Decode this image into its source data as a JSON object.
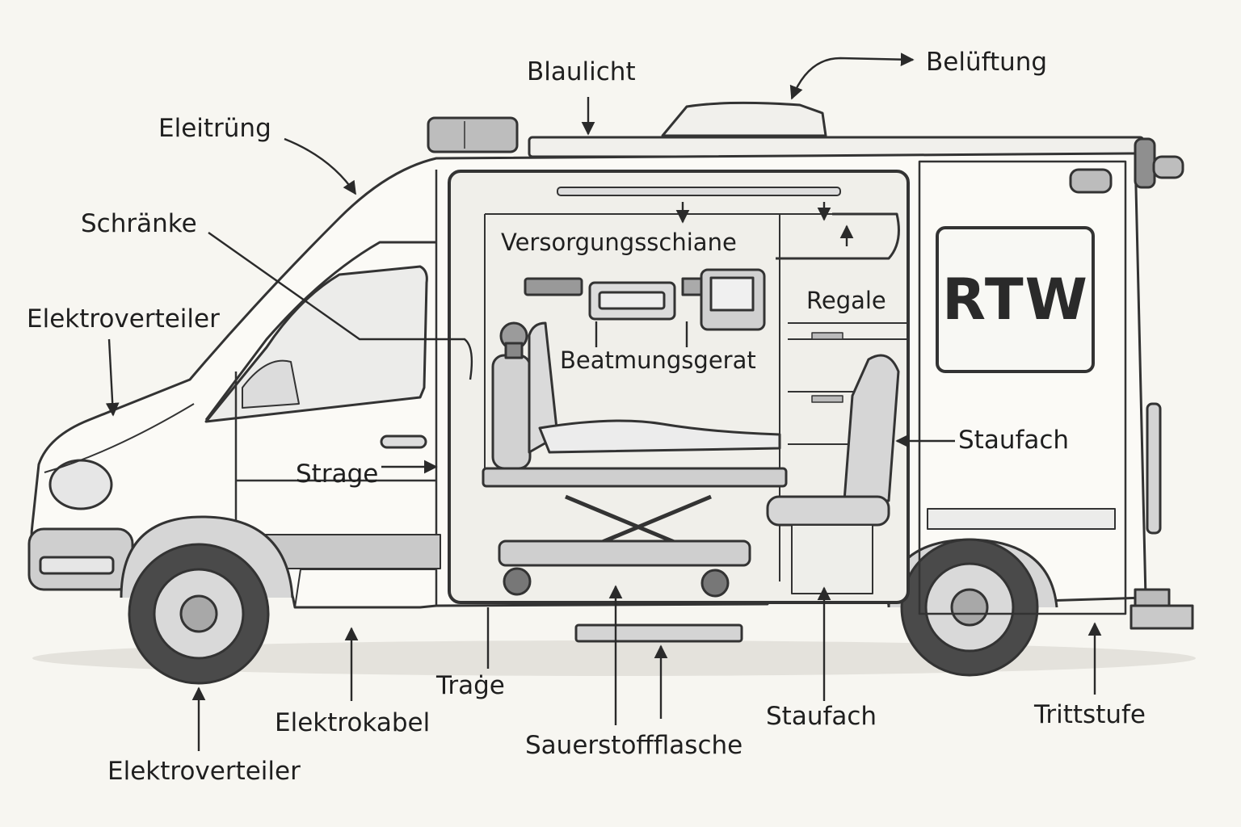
{
  "vehicle": {
    "sign": "RTW"
  },
  "labels": {
    "blaulicht": "Blaulicht",
    "belueftung": "Belüftung",
    "eleitruenung": "Eleitrüng",
    "schraenke": "Schränke",
    "elektroverteiler_left": "Elektroverteiler",
    "versorgungsschiene": "Versorgungsschiane",
    "regale": "Regale",
    "beatmungsgeraet": "Beatmungsgerat",
    "staufach_right": "Staufach",
    "strage": "Strage",
    "trage": "Traġe",
    "elektrokabel": "Elektrokabel",
    "sauerstoffflasche": "Sauerstoffflasche",
    "staufach_bottom": "Staufach",
    "trittstufe": "Trittstufe",
    "elektroverteiler_bottom": "Elektroverteiler"
  }
}
